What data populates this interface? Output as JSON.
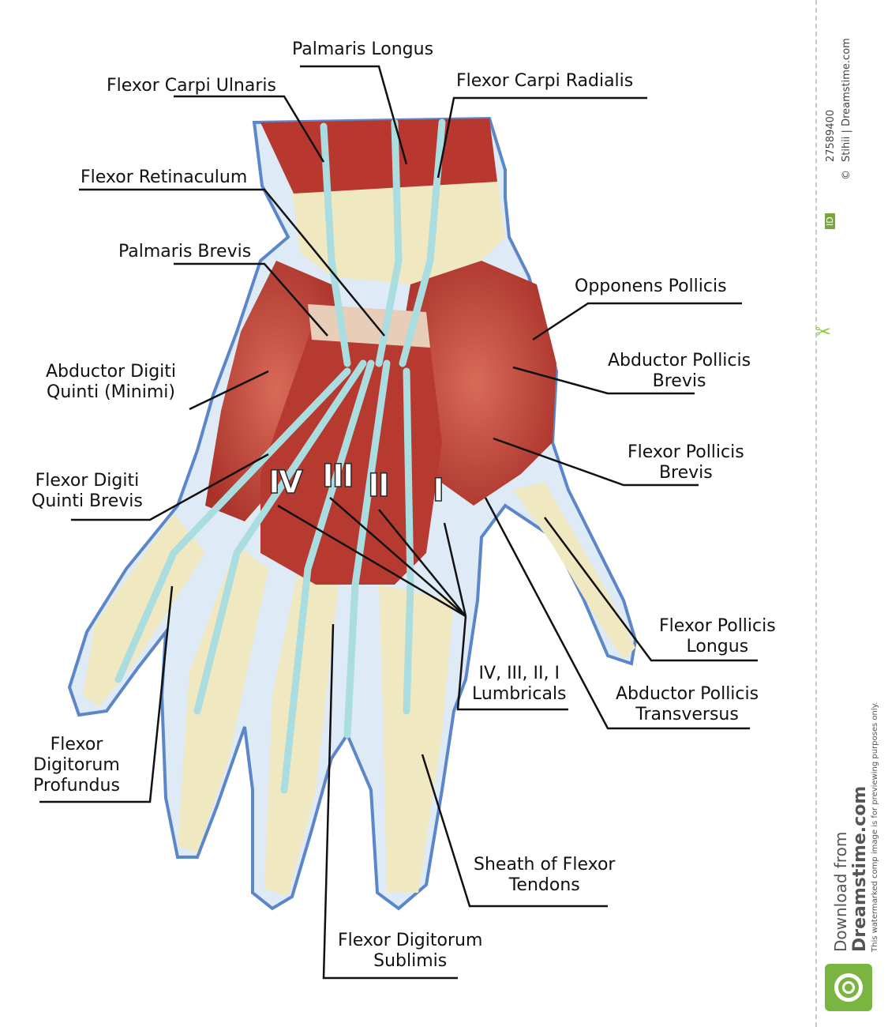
{
  "labels": {
    "palmaris_longus": "Palmaris Longus",
    "flexor_carpi_ulnaris": "Flexor Carpi Ulnaris",
    "flexor_carpi_radialis": "Flexor Carpi Radialis",
    "flexor_retinaculum": "Flexor Retinaculum",
    "palmaris_brevis": "Palmaris Brevis",
    "opponens_pollicis": "Opponens Pollicis",
    "abductor_digiti_quinti_1": "Abductor Digiti",
    "abductor_digiti_quinti_2": "Quinti (Minimi)",
    "abductor_pollicis_brevis_1": "Abductor Pollicis",
    "abductor_pollicis_brevis_2": "Brevis",
    "flexor_pollicis_brevis_1": "Flexor Pollicis",
    "flexor_pollicis_brevis_2": "Brevis",
    "flexor_digiti_quinti_brevis_1": "Flexor Digiti",
    "flexor_digiti_quinti_brevis_2": "Quinti Brevis",
    "flexor_pollicis_longus_1": "Flexor Pollicis",
    "flexor_pollicis_longus_2": "Longus",
    "lumbricals_1": "IV, III, II, I",
    "lumbricals_2": "Lumbricals",
    "abductor_pollicis_transversus_1": "Abductor Pollicis",
    "abductor_pollicis_transversus_2": "Transversus",
    "flexor_digitorum_profundus_1": "Flexor",
    "flexor_digitorum_profundus_2": "Digitorum",
    "flexor_digitorum_profundus_3": "Profundus",
    "sheath_1": "Sheath of Flexor",
    "sheath_2": "Tendons",
    "flexor_digitorum_sublimis_1": "Flexor Digitorum",
    "flexor_digitorum_sublimis_2": "Sublimis"
  },
  "roman": {
    "iv": "IV",
    "iii": "III",
    "ii": "II",
    "i": "I"
  },
  "watermark": {
    "id_badge": "ID",
    "image_id": "27589400",
    "copyright_symbol": "©",
    "credit": "Stihii | Dreamstime.com",
    "download_from": "Download from",
    "site": "Dreamstime.com",
    "notice": "This watermarked comp image is for previewing purposes only."
  },
  "colors": {
    "muscle": "#c4443a",
    "tendon": "#a9dde0",
    "bone": "#efe8c0",
    "outline": "#5b86c9",
    "skin_tint": "#dfeaf7"
  }
}
